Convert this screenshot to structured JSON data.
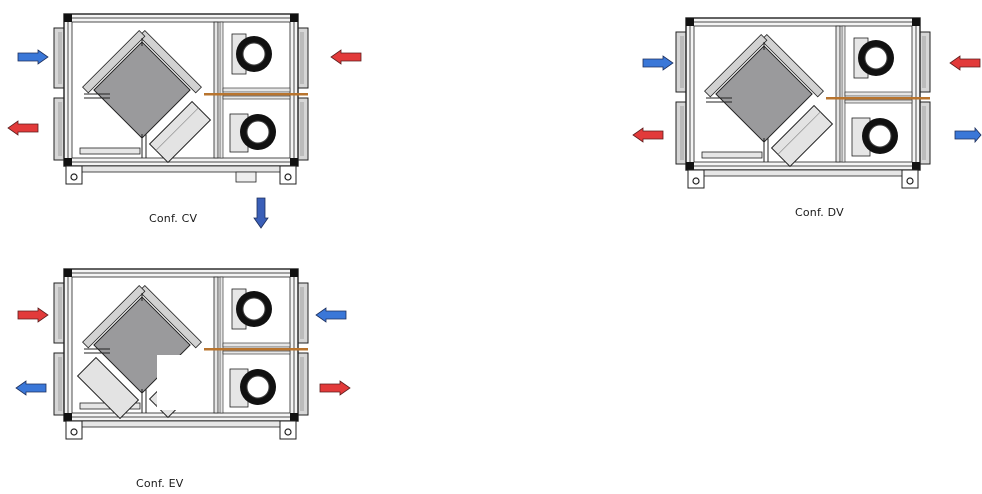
{
  "configurations": [
    {
      "id": "cv",
      "label": "Conf. CV",
      "side_arrows": {
        "left_top": "blue-right",
        "left_bottom": "red-left",
        "right_top": "red-left",
        "right_bottom": null
      },
      "bottom_arrow": "blue-down",
      "mirrored_bypass": false
    },
    {
      "id": "dv",
      "label": "Conf. DV",
      "side_arrows": {
        "left_top": "blue-right",
        "left_bottom": "red-left",
        "right_top": "red-left",
        "right_bottom": "blue-right"
      },
      "bottom_arrow": null,
      "mirrored_bypass": false
    },
    {
      "id": "ev",
      "label": "Conf. EV",
      "side_arrows": {
        "left_top": "red-right",
        "left_bottom": "blue-left",
        "right_top": "blue-left",
        "right_bottom": "red-right"
      },
      "bottom_arrow": null,
      "mirrored_bypass": true
    }
  ],
  "colors": {
    "frame": "#e8e8e8",
    "frame_stroke": "#222222",
    "exchanger": "#9a9a9c",
    "exchanger_light": "#c8c8c8",
    "fan": "#111111",
    "arrow_blue": "#3a77d8",
    "arrow_red": "#e23a3a",
    "divider_orange": "#b8742e"
  }
}
